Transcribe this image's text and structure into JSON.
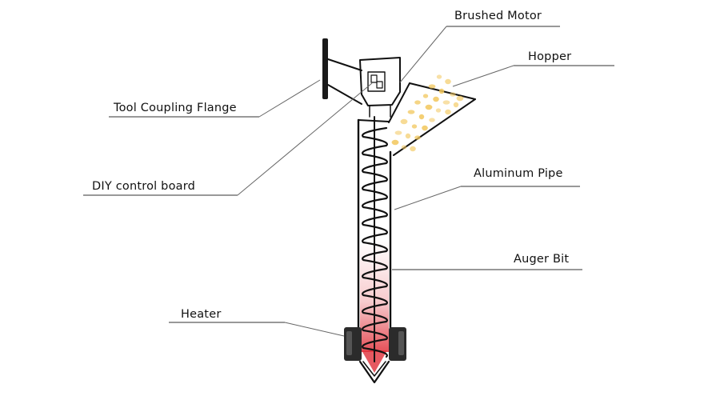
{
  "diagram": {
    "labels": {
      "brushed_motor": "Brushed Motor",
      "hopper": "Hopper",
      "tool_coupling_flange": "Tool Coupling Flange",
      "diy_control_board": "DIY control board",
      "aluminum_pipe": "Aluminum Pipe",
      "auger_bit": "Auger Bit",
      "heater": "Heater"
    },
    "colors": {
      "ink": "#111111",
      "pellets": "#f2c75c",
      "melt": "#e0303a",
      "heater_block": "#2b2b2b"
    }
  }
}
